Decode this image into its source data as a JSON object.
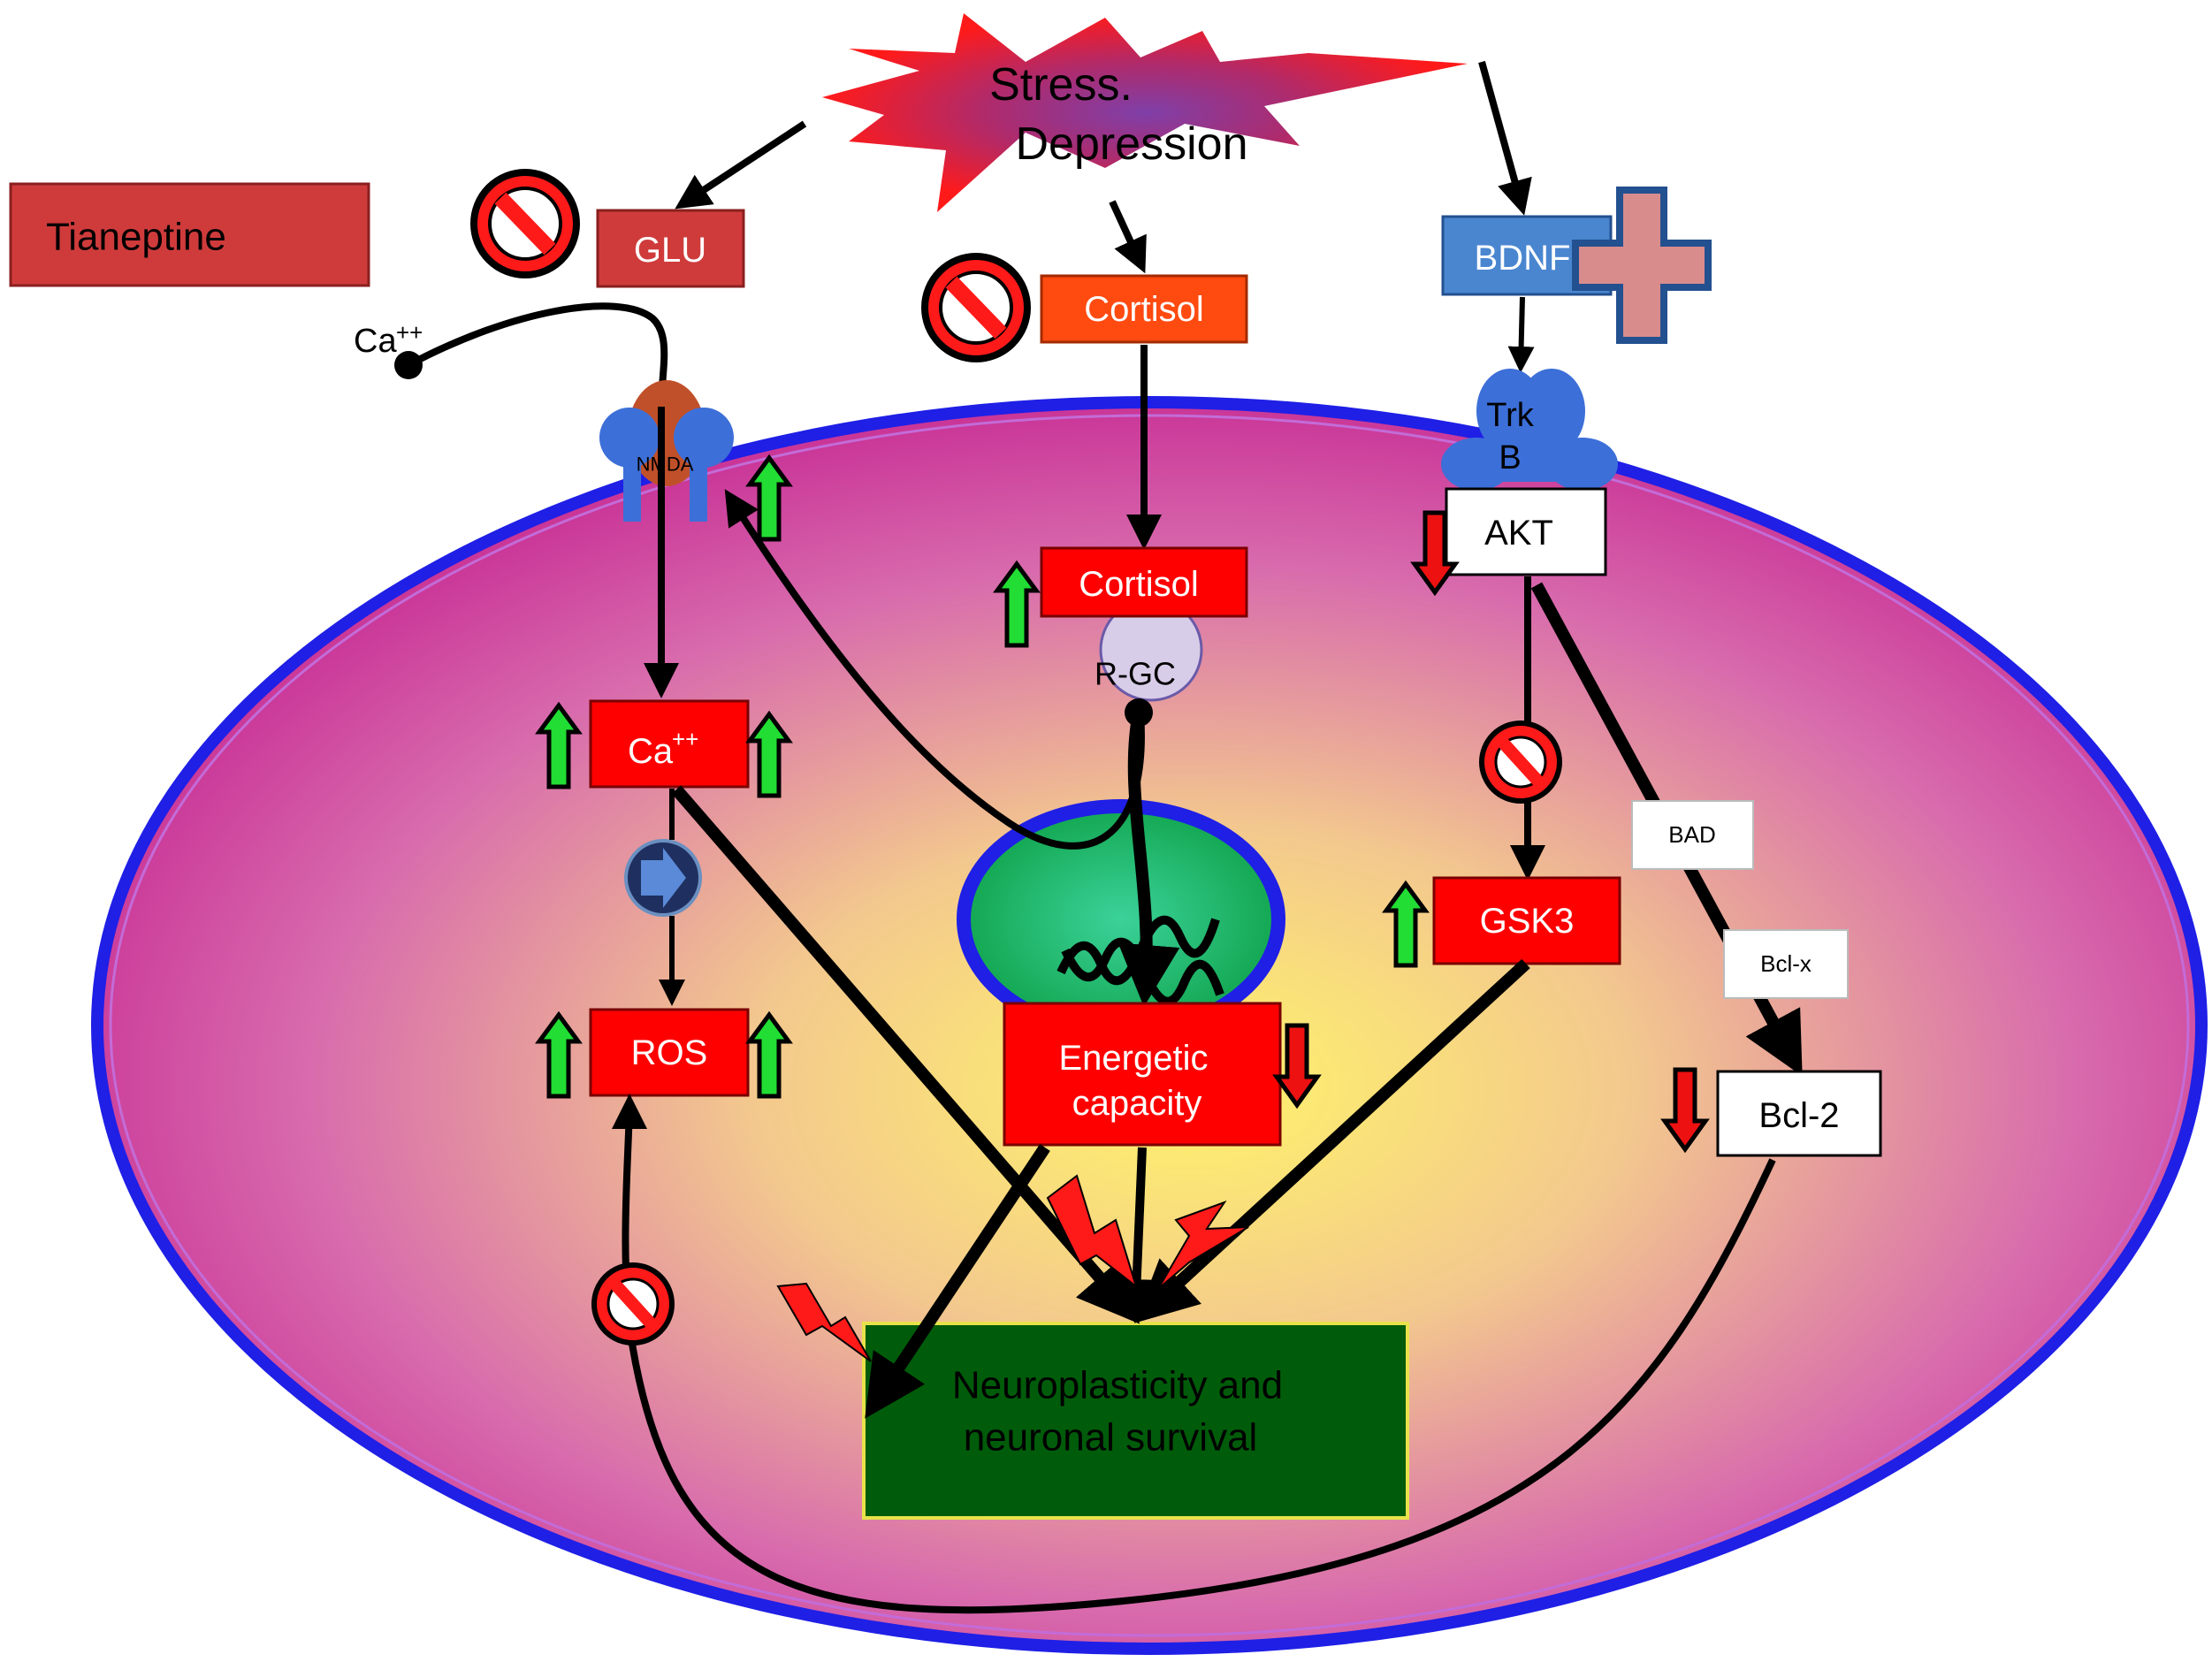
{
  "labels": {
    "stress_line1": "Stress.",
    "stress_line2": "Depression",
    "tianeptine": "Tianeptine",
    "glu": "GLU",
    "cortisol_outer": "Cortisol",
    "bdnf": "BDNF",
    "ca_outside": "Ca",
    "ca_superscript": "++",
    "nmda": "NMDA",
    "trk_line1": "Trk",
    "trk_line2": "B",
    "akt": "AKT",
    "cortisol_inner": "Cortisol",
    "rgc": "R-GC",
    "ca_inner": "Ca",
    "ca_inner_superscript": "++",
    "gsk3": "GSK3",
    "bad": "BAD",
    "bclx": "Bcl-x",
    "ros": "ROS",
    "energetic_line1": "Energetic",
    "energetic_line2": "capacity",
    "bcl2": "Bcl-2",
    "neuro_line1": "Neuroplasticity and",
    "neuro_line2": "neuronal survival"
  },
  "colors": {
    "cell_outer": "#c4208f",
    "cell_inner": "#fff46a",
    "cell_border": "#1f1fe6",
    "nucleus_fill": "#1ab86a",
    "box_red": "#ff0000",
    "box_dark_red": "#cf3b3b",
    "cortisol_orange": "#ff4a10",
    "bdnf_blue": "#4a86d0",
    "outcome_green": "#005c0a",
    "up_arrow": "#22dd33",
    "down_arrow": "#ee1111"
  }
}
